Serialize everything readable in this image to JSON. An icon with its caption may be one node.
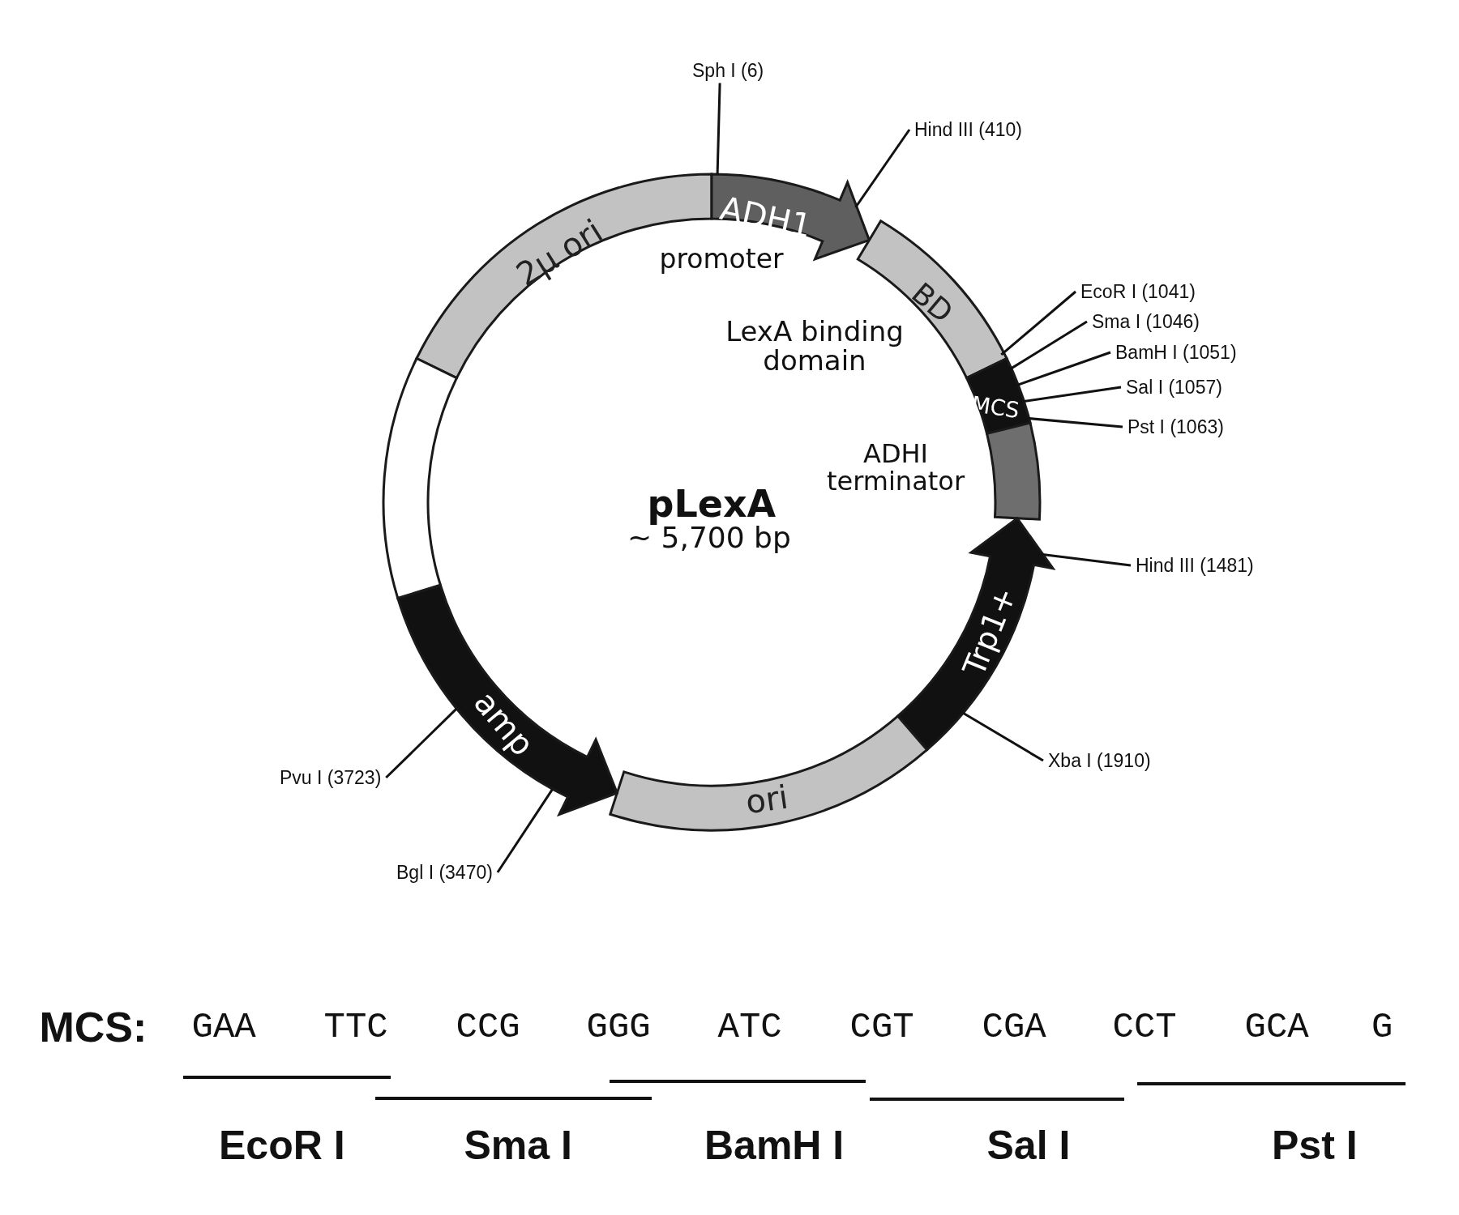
{
  "diagram": {
    "nodes": [
      {
        "text": [
          "2μ ori"
        ]
      },
      {
        "text": [
          "ADH1",
          "promoter"
        ]
      },
      {
        "text": [
          "BD",
          "LexA binding domain"
        ]
      },
      {
        "text": [
          "MCS"
        ]
      },
      {
        "text": [
          "ADHI terminator"
        ]
      },
      {
        "text": [
          "Trp1+"
        ]
      },
      {
        "text": [
          "ori"
        ]
      },
      {
        "text": [
          "amp"
        ]
      },
      {
        "text": [],
        "shape": "band"
      },
      {
        "text": [
          "Sph I (6)"
        ]
      },
      {
        "text": [
          "Hind III (410)"
        ]
      },
      {
        "text": [
          "EcoR I (1041)"
        ]
      },
      {
        "text": [
          "Sma I (1046)"
        ]
      },
      {
        "text": [
          "BamH I (1051)"
        ]
      },
      {
        "text": [
          "Sal I (1057)"
        ]
      },
      {
        "text": [
          "Pst I (1063)"
        ]
      },
      {
        "text": [
          "Hind III (1481)"
        ]
      },
      {
        "text": [
          "Xba I (1910)"
        ]
      },
      {
        "text": [
          "Pvu I (3723)"
        ]
      },
      {
        "text": [
          "Bgl I (3470)"
        ]
      }
    ],
    "edges": [
      {
        "from": 9,
        "to": 1,
        "arrow": "none"
      },
      {
        "from": 10,
        "to": 1,
        "arrow": "none"
      },
      {
        "from": 11,
        "to": 2,
        "arrow": "none"
      },
      {
        "from": 12,
        "to": 3,
        "arrow": "none"
      },
      {
        "from": 13,
        "to": 3,
        "arrow": "none"
      },
      {
        "from": 14,
        "to": 3,
        "arrow": "none"
      },
      {
        "from": 15,
        "to": 3,
        "arrow": "none"
      },
      {
        "from": 16,
        "to": 5,
        "arrow": "none"
      },
      {
        "from": 17,
        "to": 5,
        "arrow": "none"
      },
      {
        "from": 18,
        "to": 7,
        "arrow": "none"
      },
      {
        "from": 19,
        "to": 7,
        "arrow": "none"
      }
    ],
    "labels": [
      "pLexA",
      "~ 5,700 bp",
      "MCS:",
      "GAA",
      "TTC",
      "CCG",
      "GGG",
      "ATC",
      "CGT",
      "CGA",
      "CCT",
      "GCA",
      "G",
      "EcoR I",
      "Sma I",
      "BamH I",
      "Sal I",
      "Pst I"
    ]
  }
}
